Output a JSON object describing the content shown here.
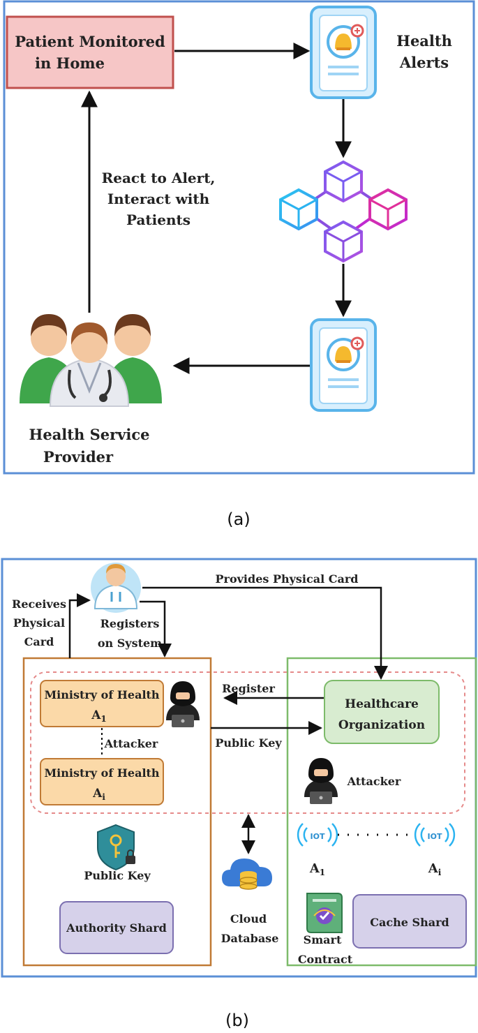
{
  "figure_a": {
    "patient_box": {
      "line1": "Patient Monitored",
      "line2": "in Home"
    },
    "alerts_label": {
      "line1": "Health",
      "line2": "Alerts"
    },
    "react_label": {
      "line1": "React to Alert,",
      "line2": "Interact with",
      "line3": "Patients"
    },
    "provider_label": {
      "line1": "Health Service",
      "line2": "Provider"
    },
    "caption": "(a)"
  },
  "figure_b": {
    "provides_card": "Provides Physical Card",
    "receives_card": {
      "line1": "Receives",
      "line2": "Physical",
      "line3": "Card"
    },
    "registers": {
      "line1": "Registers",
      "line2": "on System"
    },
    "ministry_1": {
      "line1": "Ministry of Health",
      "line2": "A",
      "sub": "1"
    },
    "ministry_i": {
      "line1": "Ministry of Health",
      "line2": "A",
      "sub": "i"
    },
    "attacker_left": "Attacker",
    "register": "Register",
    "public_key_arrow": "Public Key",
    "healthcare_org": {
      "line1": "Healthcare",
      "line2": "Organization"
    },
    "attacker_right": "Attacker",
    "public_key_icon_label": "Public Key",
    "authority_shard": "Authority Shard",
    "cloud_db": {
      "line1": "Cloud",
      "line2": "Database"
    },
    "iot_first": {
      "letter": "A",
      "sub": "1"
    },
    "iot_last": {
      "letter": "A",
      "sub": "i"
    },
    "smart_contract": {
      "line1": "Smart",
      "line2": "Contract"
    },
    "cache_shard": "Cache Shard",
    "caption": "(b)"
  },
  "colors": {
    "frame_blue": "#5b8fd6",
    "patient_fill": "#f6c6c6",
    "patient_stroke": "#c0504d",
    "phone_blue": "#59b4ea",
    "authority_border": "#c07a35",
    "org_border": "#7dbb6a",
    "ministry_fill": "#fbd9a8",
    "org_fill": "#d8ecd0",
    "shard_fill": "#d6d1ea",
    "dashed_red": "#e58a8a",
    "cube_purple": "#8a4fe0",
    "cube_cyan": "#2bb3f0",
    "cube_magenta": "#e0309a",
    "person_green": "#3fa64b"
  }
}
